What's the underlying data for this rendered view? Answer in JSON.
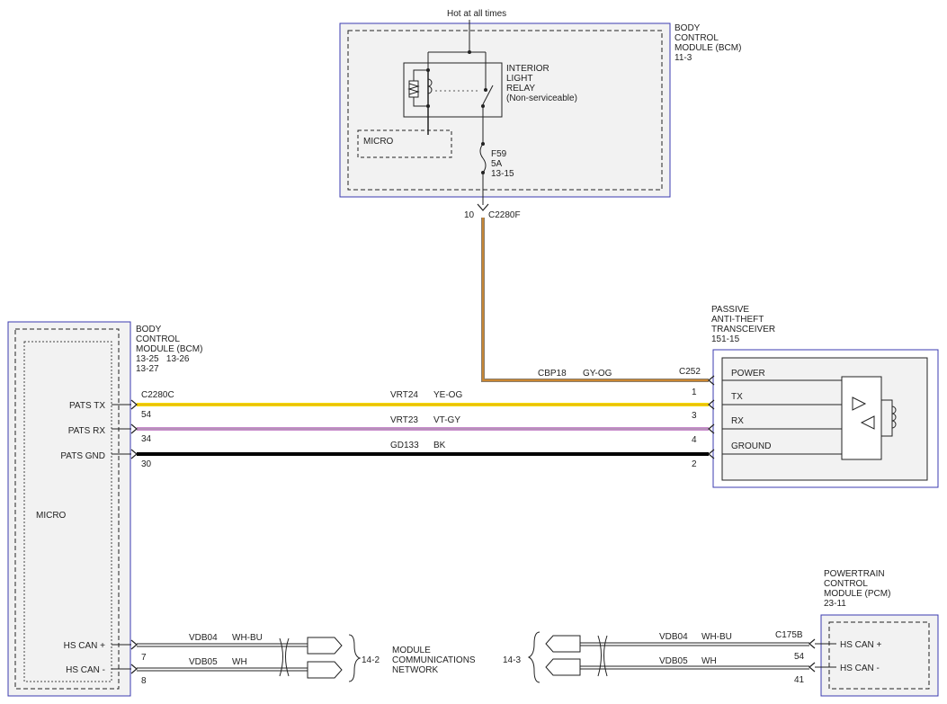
{
  "top_module": {
    "hot_label": "Hot at all times",
    "title": [
      "BODY",
      "CONTROL",
      "MODULE (BCM)",
      "11-3"
    ],
    "relay_label": [
      "INTERIOR",
      "LIGHT",
      "RELAY",
      "(Non-serviceable)"
    ],
    "micro": "MICRO",
    "fuse_label": [
      "F59",
      "5A",
      "13-15"
    ]
  },
  "c2280f": {
    "pin": "10",
    "connector": "C2280F"
  },
  "left_module": {
    "title": [
      "BODY",
      "CONTROL",
      "MODULE (BCM)",
      "13-25   13-26",
      "13-27"
    ],
    "micro": "MICRO",
    "connector": "C2280C",
    "pins": [
      {
        "name": "PATS TX",
        "num": "54"
      },
      {
        "name": "PATS RX",
        "num": "34"
      },
      {
        "name": "PATS GND",
        "num": "30"
      },
      {
        "name": "HS CAN +",
        "num": "7"
      },
      {
        "name": "HS CAN -",
        "num": "8"
      }
    ]
  },
  "pats_module": {
    "title": [
      "PASSIVE",
      "ANTI-THEFT",
      "TRANSCEIVER",
      "151-15"
    ],
    "connector": "C252",
    "pins": [
      {
        "name": "POWER",
        "num": "1"
      },
      {
        "name": "TX",
        "num": "3"
      },
      {
        "name": "RX",
        "num": "4"
      },
      {
        "name": "GROUND",
        "num": "2"
      }
    ]
  },
  "wires": [
    {
      "circuit": "CBP18",
      "color_code": "GY-OG",
      "stroke": "#8a7d6b",
      "stripe": "#e08a1e"
    },
    {
      "circuit": "VRT24",
      "color_code": "YE-OG",
      "stroke": "#f2dd00",
      "stripe": "#e08a1e"
    },
    {
      "circuit": "VRT23",
      "color_code": "VT-GY",
      "stroke": "#c88ccc",
      "stripe": "#9a9a9a"
    },
    {
      "circuit": "GD133",
      "color_code": "BK",
      "stroke": "#000000",
      "stripe": "#000000"
    }
  ],
  "can_left": {
    "wires": [
      {
        "circuit": "VDB04",
        "color_code": "WH-BU"
      },
      {
        "circuit": "VDB05",
        "color_code": "WH"
      }
    ],
    "ref": "14-2"
  },
  "network_label": [
    "MODULE",
    "COMMUNICATIONS",
    "NETWORK"
  ],
  "can_right": {
    "ref": "14-3",
    "wires": [
      {
        "circuit": "VDB04",
        "color_code": "WH-BU"
      },
      {
        "circuit": "VDB05",
        "color_code": "WH"
      }
    ]
  },
  "pcm": {
    "title": [
      "POWERTRAIN",
      "CONTROL",
      "MODULE (PCM)",
      "23-11"
    ],
    "connector": "C175B",
    "pins": [
      {
        "name": "HS CAN +",
        "num": "54"
      },
      {
        "name": "HS CAN -",
        "num": "41"
      }
    ]
  },
  "colors": {
    "module_border": "#3b3bb0",
    "module_fill": "#f2f2f2",
    "line": "#222222"
  }
}
